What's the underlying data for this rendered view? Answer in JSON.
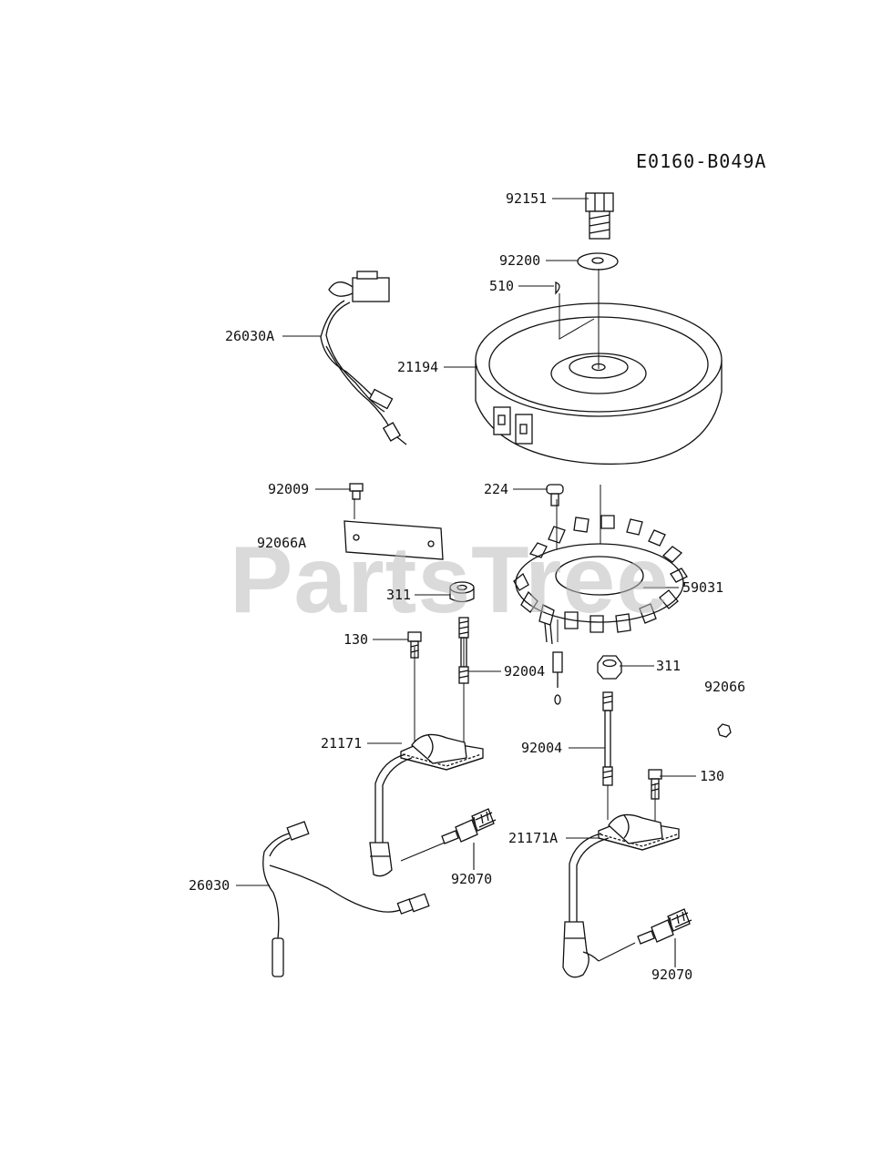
{
  "diagram": {
    "code": "E0160-B049A",
    "watermark": "PartsTree",
    "parts": {
      "p92151": "92151",
      "p92200": "92200",
      "p510": "510",
      "p26030A": "26030A",
      "p21194": "21194",
      "p92009": "92009",
      "p224": "224",
      "p92066A": "92066A",
      "p59031": "59031",
      "p311a": "311",
      "p130a": "130",
      "p92004a": "92004",
      "p311b": "311",
      "p92066": "92066",
      "p21171": "21171",
      "p92004b": "92004",
      "p130b": "130",
      "p21171A": "21171A",
      "p92070a": "92070",
      "p26030": "26030",
      "p92070b": "92070"
    }
  }
}
